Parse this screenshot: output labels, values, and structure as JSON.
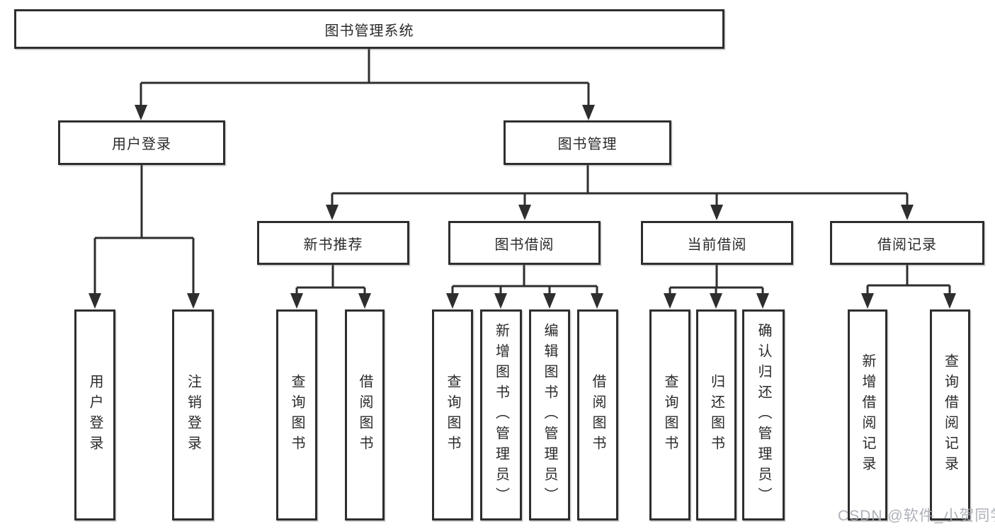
{
  "diagram_type": "hierarchy-tree",
  "tree": {
    "label": "图书管理系统",
    "children": [
      {
        "label": "用户登录",
        "children": [
          {
            "label": "用户登录"
          },
          {
            "label": "注销登录"
          }
        ]
      },
      {
        "label": "图书管理",
        "children": [
          {
            "label": "新书推荐",
            "children": [
              {
                "label": "查询图书"
              },
              {
                "label": "借阅图书"
              }
            ]
          },
          {
            "label": "图书借阅",
            "children": [
              {
                "label": "查询图书"
              },
              {
                "label": "新增图书（管理员）"
              },
              {
                "label": "编辑图书（管理员）"
              },
              {
                "label": "借阅图书"
              }
            ]
          },
          {
            "label": "当前借阅",
            "children": [
              {
                "label": "查询图书"
              },
              {
                "label": "归还图书"
              },
              {
                "label": "确认归还（管理员）"
              }
            ]
          },
          {
            "label": "借阅记录",
            "children": [
              {
                "label": "新增借阅记录"
              },
              {
                "label": "查询借阅记录"
              }
            ]
          }
        ]
      }
    ]
  },
  "watermark": "CSDN @软件_小贺同学",
  "colors": {
    "line": "#2e2e2e",
    "box_border": "#2e2e2e",
    "box_background": "#ffffff",
    "text": "#2a2a2a",
    "watermark": "#a3a6ae",
    "page_background": "#ffffff"
  }
}
